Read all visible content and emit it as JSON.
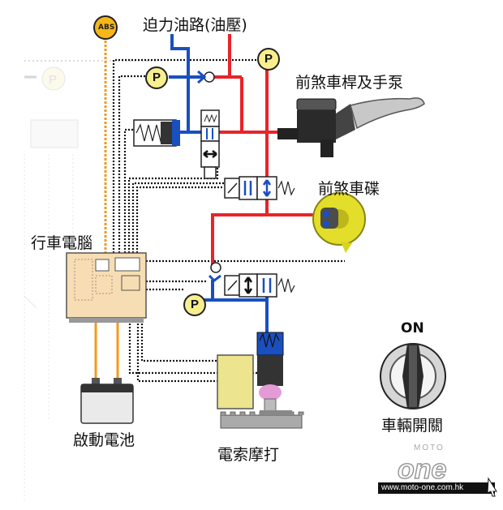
{
  "labels": {
    "pressure_line": "迫力油路(油壓)",
    "front_lever_pump": "前煞車桿及手泵",
    "front_disc": "前煞車碟",
    "ecu": "行車電腦",
    "battery": "啟動電池",
    "starter_motor": "電索摩打",
    "ignition_switch": "車輛開關",
    "switch_on": "ON",
    "abs": "ABS",
    "pump_symbol": "P"
  },
  "watermark": {
    "brand_top": "MOTO",
    "brand_main": "one",
    "url": "www.moto-one.com.hk"
  },
  "colors": {
    "hydraulic_red": "#e8242a",
    "hydraulic_blue": "#1a4fbf",
    "signal_orange": "#f29a1e",
    "pump_yellow": "#f7ee8e",
    "ecu_fill": "#f6ddb3",
    "disc_yellow": "#d8d51c"
  }
}
